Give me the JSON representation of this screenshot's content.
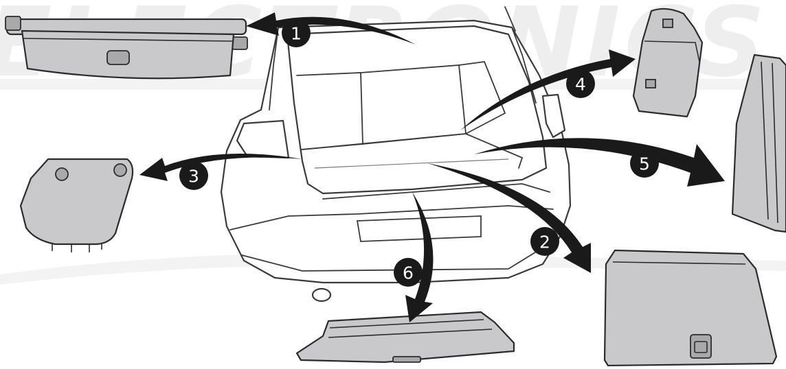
{
  "watermark": {
    "text": "ELECTRONICS"
  },
  "callouts": [
    {
      "label": "1",
      "part": "luggage-cover"
    },
    {
      "label": "2",
      "part": "boot-floor-mat"
    },
    {
      "label": "3",
      "part": "side-trim-panel"
    },
    {
      "label": "4",
      "part": "storage-compartment"
    },
    {
      "label": "5",
      "part": "side-trim-long"
    },
    {
      "label": "6",
      "part": "loading-sill-trim"
    }
  ],
  "colors": {
    "part_fill": "#c9c9cb",
    "outline": "#2b2b2b",
    "arrow": "#1a1a1a",
    "badge_text": "#ffffff"
  }
}
